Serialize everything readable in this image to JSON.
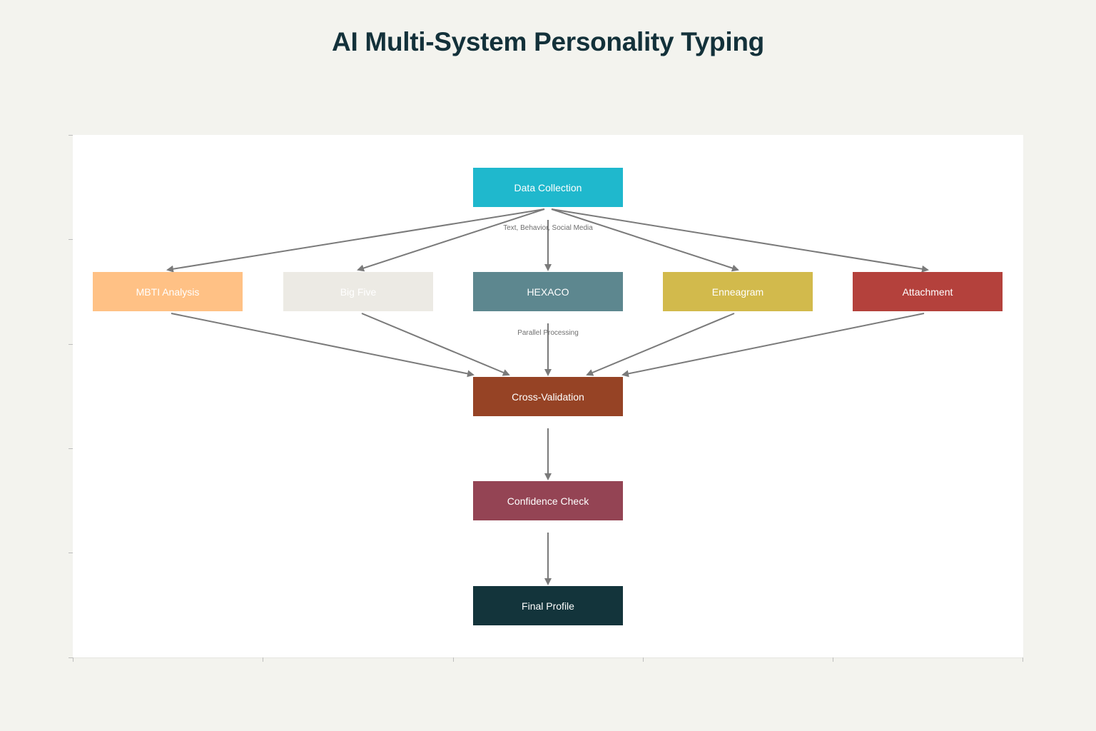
{
  "title": "AI Multi-System Personality Typing",
  "colors": {
    "background": "#f3f3ee",
    "plot": "#ffffff",
    "edge": "#7a7a7a",
    "title": "#13313a"
  },
  "nodes": [
    {
      "id": "data-collection",
      "label": "Data Collection",
      "color": "#1fb8cd",
      "text_color": "#ffffff"
    },
    {
      "id": "mbti",
      "label": "MBTI Analysis",
      "color": "#ffc185",
      "text_color": "#ffffff"
    },
    {
      "id": "big-five",
      "label": "Big Five",
      "color": "#eceae4",
      "text_color": "#ffffff"
    },
    {
      "id": "hexaco",
      "label": "HEXACO",
      "color": "#5d878f",
      "text_color": "#ffffff"
    },
    {
      "id": "enneagram",
      "label": "Enneagram",
      "color": "#d2ba4c",
      "text_color": "#ffffff"
    },
    {
      "id": "attachment",
      "label": "Attachment",
      "color": "#b4413c",
      "text_color": "#ffffff"
    },
    {
      "id": "cross-validation",
      "label": "Cross-Validation",
      "color": "#944454",
      "text_color": "#ffffff",
      "override_color": "#964325"
    },
    {
      "id": "confidence-check",
      "label": "Confidence Check",
      "color": "#944454",
      "text_color": "#ffffff"
    },
    {
      "id": "final-profile",
      "label": "Final Profile",
      "color": "#13343b",
      "text_color": "#ffffff"
    }
  ],
  "edges": [
    {
      "from": "data-collection",
      "to": "mbti"
    },
    {
      "from": "data-collection",
      "to": "big-five"
    },
    {
      "from": "data-collection",
      "to": "hexaco"
    },
    {
      "from": "data-collection",
      "to": "enneagram"
    },
    {
      "from": "data-collection",
      "to": "attachment"
    },
    {
      "from": "mbti",
      "to": "cross-validation"
    },
    {
      "from": "big-five",
      "to": "cross-validation"
    },
    {
      "from": "hexaco",
      "to": "cross-validation"
    },
    {
      "from": "enneagram",
      "to": "cross-validation"
    },
    {
      "from": "attachment",
      "to": "cross-validation"
    },
    {
      "from": "cross-validation",
      "to": "confidence-check"
    },
    {
      "from": "confidence-check",
      "to": "final-profile"
    }
  ],
  "edge_labels": [
    {
      "text": "Text, Behavior, Social Media"
    },
    {
      "text": "Parallel Processing"
    }
  ]
}
